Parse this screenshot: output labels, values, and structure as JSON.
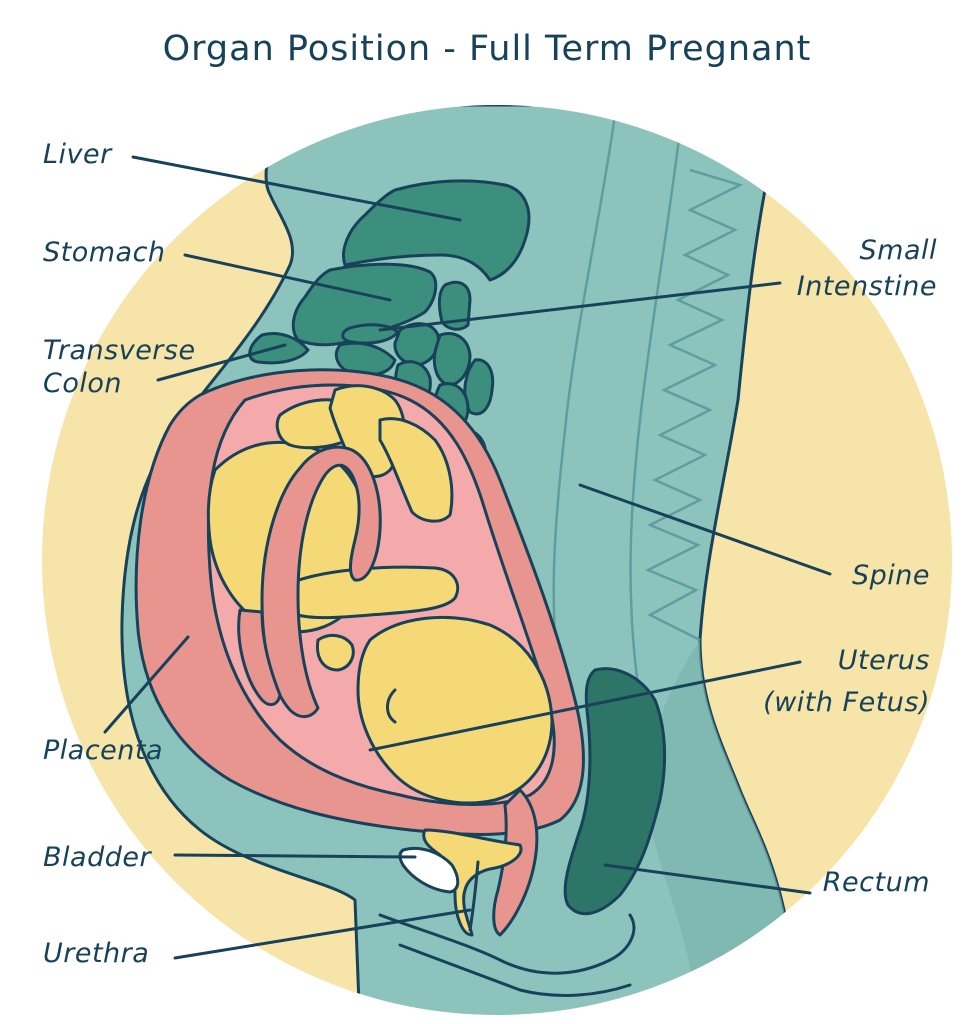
{
  "title": "Organ Position - Full Term Pregnant",
  "labels": {
    "liver": "Liver",
    "stomach": "Stomach",
    "transverse_colon_line1": "Transverse",
    "transverse_colon_line2": "Colon",
    "small_intestine_line1": "Small",
    "small_intestine_line2": "Intenstine",
    "spine": "Spine",
    "uterus_line1": "Uterus",
    "uterus_line2": "(with Fetus)",
    "placenta": "Placenta",
    "bladder": "Bladder",
    "rectum": "Rectum",
    "urethra": "Urethra"
  },
  "colors": {
    "background_circle": "#f7e4a8",
    "body": "#8cc4bd",
    "body_shade": "#7ab5ad",
    "organ_dark": "#3d8f7d",
    "rectum": "#2d7567",
    "placenta": "#e89590",
    "amniotic": "#f4a9aa",
    "fetus": "#f5d976",
    "outline": "#17425a",
    "bladder": "#ffffff",
    "text": "#17425a"
  }
}
